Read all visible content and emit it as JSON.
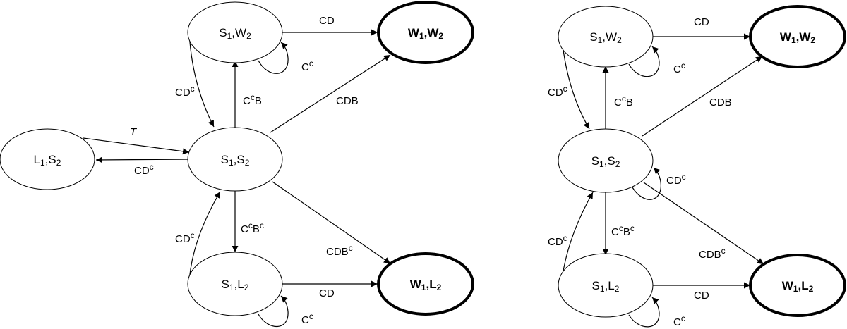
{
  "colors": {
    "stroke": "#000000",
    "background": "#ffffff"
  },
  "diagrams": [
    {
      "nodes": {
        "L1S2": {
          "base1": "L",
          "sub1": "1",
          "sep": ",",
          "base2": "S",
          "sub2": "2"
        },
        "S1W2": {
          "base1": "S",
          "sub1": "1",
          "sep": ",",
          "base2": "W",
          "sub2": "2"
        },
        "S1S2": {
          "base1": "S",
          "sub1": "1",
          "sep": ",",
          "base2": "S",
          "sub2": "2"
        },
        "S1L2": {
          "base1": "S",
          "sub1": "1",
          "sep": ",",
          "base2": "L",
          "sub2": "2"
        },
        "W1W2": {
          "base1": "W",
          "sub1": "1",
          "sep": ",",
          "base2": "W",
          "sub2": "2"
        },
        "W1L2": {
          "base1": "W",
          "sub1": "1",
          "sep": ",",
          "base2": "L",
          "sub2": "2"
        }
      },
      "edges": {
        "L1S2_S1S2": {
          "base": "T",
          "sup": ""
        },
        "S1S2_L1S2": {
          "base": "CD",
          "sup": "c"
        },
        "S1W2_S1S2": {
          "base": "CD",
          "sup": "c"
        },
        "S1S2_S1W2": {
          "base": "C",
          "sup": "c",
          "after": "B"
        },
        "S1W2_W1W2": {
          "base": "CD",
          "sup": ""
        },
        "S1W2_loop": {
          "base": "C",
          "sup": "c"
        },
        "S1S2_W1W2": {
          "base": "CDB",
          "sup": ""
        },
        "S1S2_S1L2": {
          "base": "C",
          "sup": "c",
          "after": "B",
          "sup2": "c"
        },
        "S1L2_S1S2": {
          "base": "CD",
          "sup": "c"
        },
        "S1S2_W1L2": {
          "base": "CDB",
          "sup": "c"
        },
        "S1L2_W1L2": {
          "base": "CD",
          "sup": ""
        },
        "S1L2_loop": {
          "base": "C",
          "sup": "c"
        }
      }
    },
    {
      "nodes": {
        "S1W2": {
          "base1": "S",
          "sub1": "1",
          "sep": ",",
          "base2": "W",
          "sub2": "2"
        },
        "S1S2": {
          "base1": "S",
          "sub1": "1",
          "sep": ",",
          "base2": "S",
          "sub2": "2"
        },
        "S1L2": {
          "base1": "S",
          "sub1": "1",
          "sep": ",",
          "base2": "L",
          "sub2": "2"
        },
        "W1W2": {
          "base1": "W",
          "sub1": "1",
          "sep": ",",
          "base2": "W",
          "sub2": "2"
        },
        "W1L2": {
          "base1": "W",
          "sub1": "1",
          "sep": ",",
          "base2": "L",
          "sub2": "2"
        }
      },
      "edges": {
        "S1W2_S1S2": {
          "base": "CD",
          "sup": "c"
        },
        "S1S2_S1W2": {
          "base": "C",
          "sup": "c",
          "after": "B"
        },
        "S1W2_W1W2": {
          "base": "CD",
          "sup": ""
        },
        "S1W2_loop": {
          "base": "C",
          "sup": "c"
        },
        "S1S2_W1W2": {
          "base": "CDB",
          "sup": ""
        },
        "S1S2_loop": {
          "base": "CD",
          "sup": "c"
        },
        "S1S2_S1L2": {
          "base": "C",
          "sup": "c",
          "after": "B",
          "sup2": "c"
        },
        "S1L2_S1S2": {
          "base": "CD",
          "sup": "c"
        },
        "S1S2_W1L2": {
          "base": "CDB",
          "sup": "c"
        },
        "S1L2_W1L2": {
          "base": "CD",
          "sup": ""
        },
        "S1L2_loop": {
          "base": "C",
          "sup": "c"
        }
      }
    }
  ]
}
